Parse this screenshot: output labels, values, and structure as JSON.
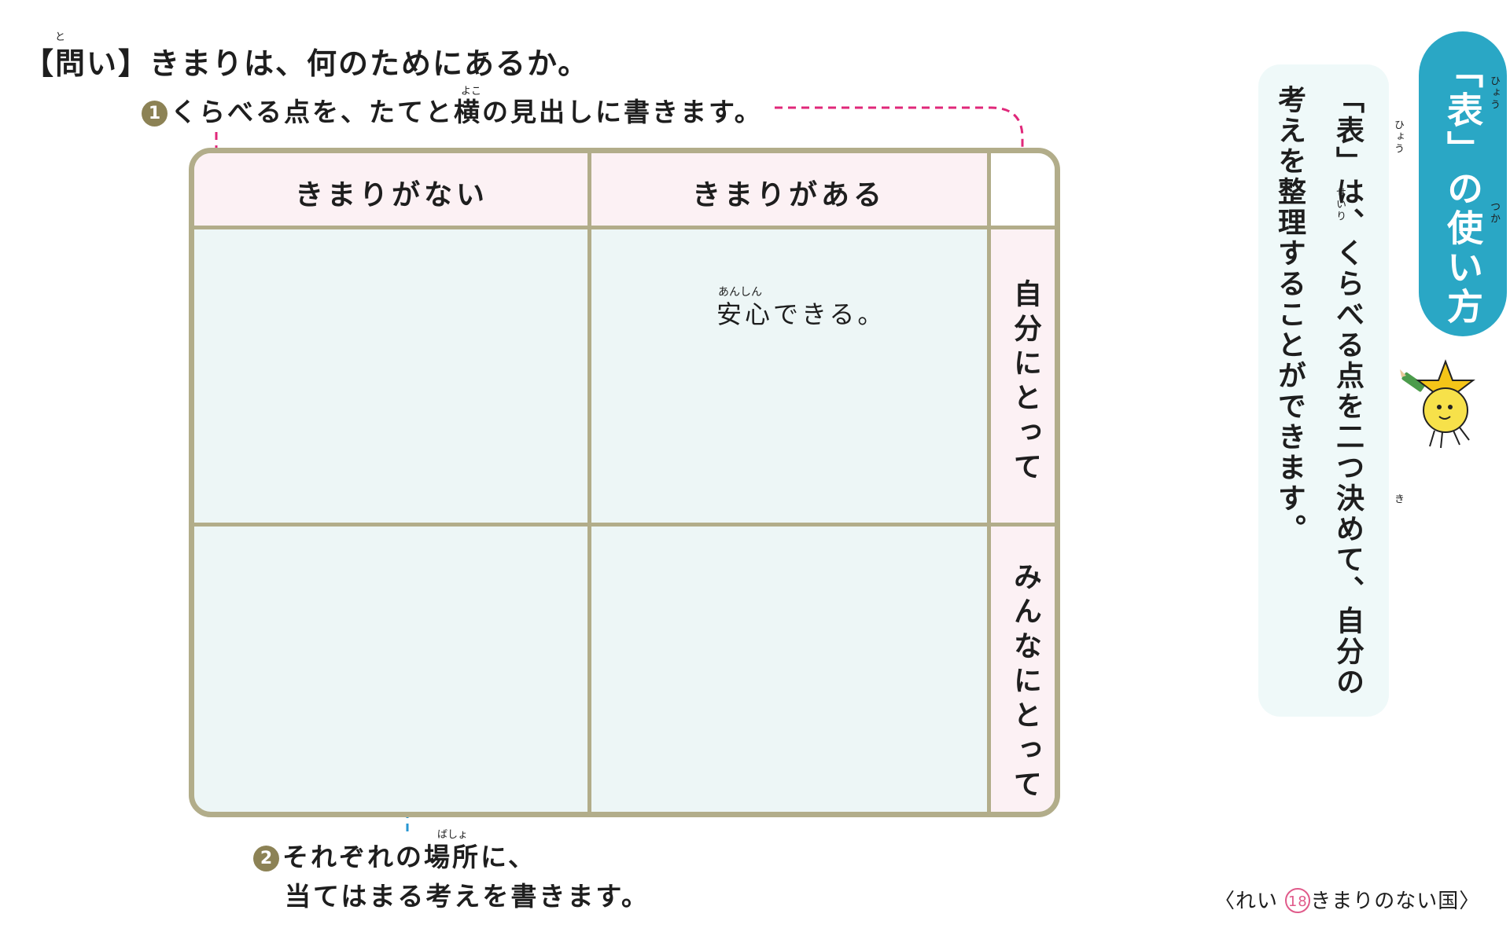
{
  "question": {
    "text": "【問い】きまりは、何のためにあるか。",
    "ruby": "と"
  },
  "step1": {
    "number": "1",
    "text": "くらべる点を、たてと横の見出しに書きます。",
    "ruby": "よこ"
  },
  "step2": {
    "number": "2",
    "line1": "それぞれの場所に、",
    "line2": "当てはまる考えを書きます。",
    "ruby": "ばしょ"
  },
  "table": {
    "column_headers": [
      "きまりがない",
      "きまりがある"
    ],
    "row_headers": [
      "自分にとって",
      "みんなにとって"
    ],
    "cells": [
      [
        "",
        "安心できる。"
      ],
      [
        "",
        ""
      ]
    ],
    "cell_ruby": "あんしん"
  },
  "panel": {
    "title": "「表」の使い方",
    "title_ruby": [
      "ひょう",
      "つか"
    ],
    "text_line1": "「表」は、くらべる点を二つ決めて、自分の",
    "text_line2": "考えを整理することができます。",
    "text_ruby": [
      "ひょう",
      "き",
      "せいり"
    ]
  },
  "reference": {
    "prefix": "〈れい",
    "number": "18",
    "suffix": "きまりのない国〉"
  },
  "colors": {
    "accent_pink": "#e0287a",
    "accent_blue": "#2796d2",
    "header_pink": "#fcf1f4",
    "cell_bg": "#edf6f6",
    "border": "#b2ad8a",
    "pill_blue": "#2aa7c5",
    "badge": "#8c8255"
  },
  "icons": [
    "star-mascot-icon",
    "pencil-icon"
  ]
}
